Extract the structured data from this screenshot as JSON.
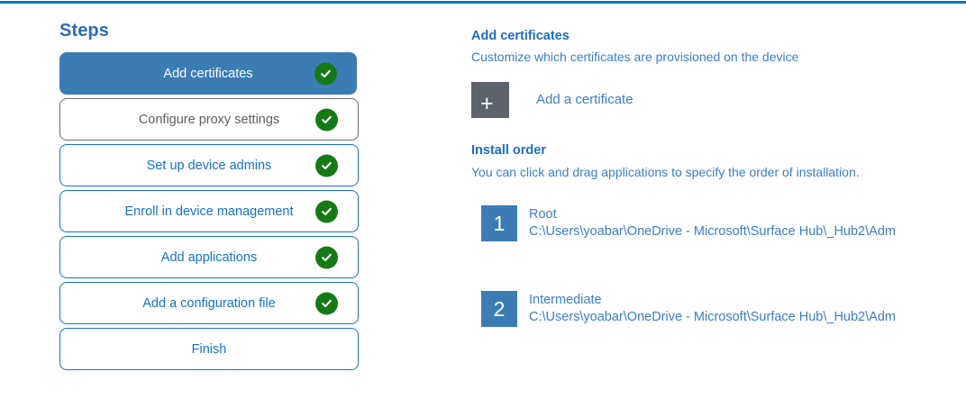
{
  "accent": {
    "top_rule": "#0078c8",
    "selected_step_bg": "#3b7cb5",
    "outline_blue": "#1573c7",
    "outline_gray": "#6d6d6d",
    "check_green": "#157a15",
    "link_blue": "#3a7fc4",
    "heading_blue": "#1b6ec2",
    "plus_tile_gray": "#5d646c"
  },
  "steps": {
    "title": "Steps",
    "items": [
      {
        "label": "Add certificates",
        "state": "selected",
        "completed": true,
        "icon": "check-circle-icon"
      },
      {
        "label": "Configure proxy settings",
        "state": "muted",
        "completed": true,
        "icon": "check-circle-icon"
      },
      {
        "label": "Set up device admins",
        "state": "outline",
        "completed": true,
        "icon": "check-circle-icon"
      },
      {
        "label": "Enroll in device management",
        "state": "outline",
        "completed": true,
        "icon": "check-circle-icon"
      },
      {
        "label": "Add applications",
        "state": "outline",
        "completed": true,
        "icon": "check-circle-icon"
      },
      {
        "label": "Add a configuration file",
        "state": "outline",
        "completed": true,
        "icon": "check-circle-icon"
      },
      {
        "label": "Finish",
        "state": "outline",
        "completed": false,
        "icon": ""
      }
    ]
  },
  "detail": {
    "heading": "Add certificates",
    "subtitle": "Customize which certificates are provisioned on the device",
    "add_certificate": {
      "icon": "plus-icon",
      "glyph": "+",
      "label": "Add a certificate"
    },
    "install_order": {
      "heading": "Install order",
      "subtitle": "You can click and drag applications to specify the order of installation.",
      "items": [
        {
          "number": "1",
          "name": "Root",
          "path": "C:\\Users\\yoabar\\OneDrive - Microsoft\\Surface Hub\\_Hub2\\Adm"
        },
        {
          "number": "2",
          "name": "Intermediate",
          "path": "C:\\Users\\yoabar\\OneDrive - Microsoft\\Surface Hub\\_Hub2\\Adm"
        }
      ]
    }
  }
}
